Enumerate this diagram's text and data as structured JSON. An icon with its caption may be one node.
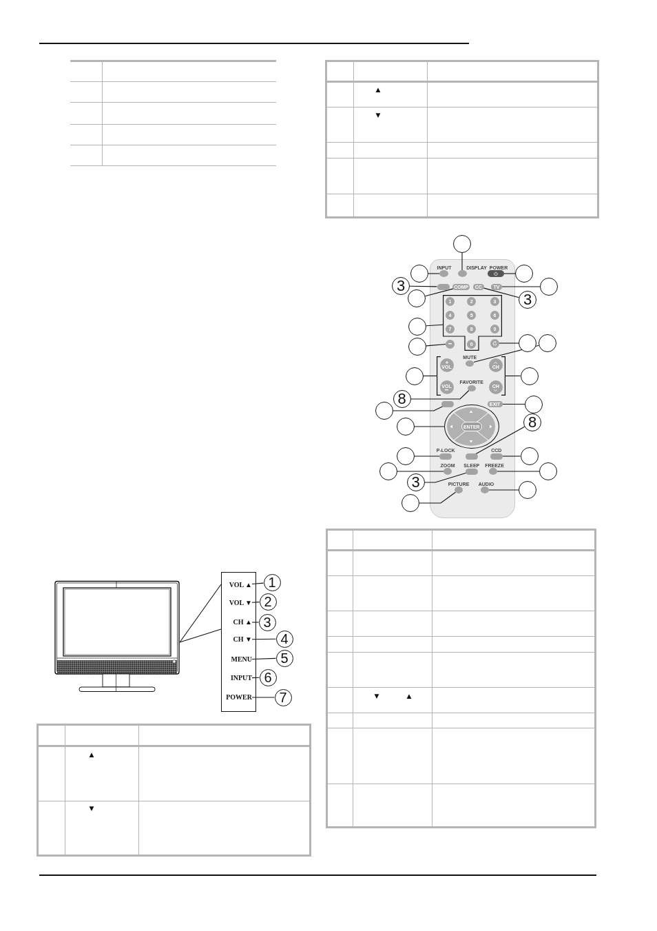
{
  "diagram": {
    "nodes": [
      {
        "text": [],
        "shape": "box"
      },
      {
        "text": [],
        "shape": "circle",
        "beside": [
          "INPUT"
        ],
        "in": 0
      },
      {
        "text": [],
        "shape": "circle",
        "beside": [
          "DISPLAY"
        ],
        "in": 0
      },
      {
        "text": [],
        "shape": "oval",
        "beside": [
          "POWER"
        ],
        "in": 0
      },
      {
        "text": [],
        "shape": "oval",
        "in": 0
      },
      {
        "text": [
          "COMP"
        ],
        "in": 0
      },
      {
        "text": [
          "CC"
        ],
        "in": 0
      },
      {
        "text": [
          "TV"
        ],
        "in": 0
      },
      {
        "text": [],
        "shape": "circle",
        "in": 0
      },
      {
        "text": [],
        "shape": "circle",
        "in": 0
      },
      {
        "text": [],
        "shape": "circle",
        "beside": [
          "MUTE"
        ],
        "in": 0
      },
      {
        "text": [],
        "shape": "circle",
        "beside": [
          "FAVORITE"
        ],
        "in": 0
      },
      {
        "text": [],
        "shape": "oval",
        "in": 0
      },
      {
        "text": [
          "EXIT"
        ],
        "in": 0
      },
      {
        "text": [
          "ENTER"
        ],
        "in": 0
      },
      {
        "text": [],
        "shape": "oval",
        "beside": [
          "P-LOCK"
        ],
        "in": 0
      },
      {
        "text": [],
        "shape": "oval",
        "in": 0
      },
      {
        "text": [],
        "shape": "oval",
        "beside": [
          "CCD"
        ],
        "in": 0
      },
      {
        "text": [],
        "shape": "circle",
        "beside": [
          "ZOOM"
        ],
        "in": 0
      },
      {
        "text": [],
        "shape": "oval",
        "beside": [
          "SLEEP"
        ],
        "in": 0
      },
      {
        "text": [],
        "shape": "circle",
        "beside": [
          "FREEZE"
        ],
        "in": 0
      },
      {
        "text": [],
        "shape": "circle",
        "beside": [
          "PICTURE"
        ],
        "in": 0
      },
      {
        "text": [],
        "shape": "circle",
        "beside": [
          "AUDIO"
        ],
        "in": 0
      },
      {
        "text": [],
        "shape": "circle"
      },
      {
        "text": [],
        "shape": "circle"
      },
      {
        "text": [],
        "shape": "circle"
      },
      {
        "text": [
          "3"
        ]
      },
      {
        "text": [],
        "shape": "circle"
      },
      {
        "text": [],
        "shape": "circle"
      },
      {
        "text": [
          "3"
        ]
      },
      {
        "text": [],
        "shape": "circle"
      },
      {
        "text": [],
        "shape": "circle"
      },
      {
        "text": [],
        "shape": "circle"
      },
      {
        "text": [],
        "shape": "circle"
      },
      {
        "text": [],
        "shape": "circle"
      },
      {
        "text": [],
        "shape": "circle"
      },
      {
        "text": [
          "8"
        ]
      },
      {
        "text": [],
        "shape": "circle"
      },
      {
        "text": [],
        "shape": "circle"
      },
      {
        "text": [],
        "shape": "circle"
      },
      {
        "text": [
          "8"
        ]
      },
      {
        "text": [],
        "shape": "circle"
      },
      {
        "text": [],
        "shape": "circle"
      },
      {
        "text": [],
        "shape": "circle"
      },
      {
        "text": [],
        "shape": "circle"
      },
      {
        "text": [
          "3"
        ]
      },
      {
        "text": [],
        "shape": "circle"
      },
      {
        "text": [],
        "shape": "circle"
      },
      {
        "text": [],
        "shape": "picture"
      },
      {
        "text": [],
        "shape": "box"
      },
      {
        "text": [
          "VOL ▲"
        ],
        "in": 49
      },
      {
        "text": [
          "VOL ▼"
        ],
        "in": 49
      },
      {
        "text": [
          "CH ▲"
        ],
        "in": 49
      },
      {
        "text": [
          "CH ▼"
        ],
        "in": 49
      },
      {
        "text": [
          "MENU"
        ],
        "in": 49
      },
      {
        "text": [
          "INPUT"
        ],
        "in": 49
      },
      {
        "text": [
          "POWER"
        ],
        "in": 49
      },
      {
        "text": [
          "1"
        ]
      },
      {
        "text": [
          "2"
        ]
      },
      {
        "text": [
          "3"
        ]
      },
      {
        "text": [
          "4"
        ]
      },
      {
        "text": [
          "5"
        ]
      },
      {
        "text": [
          "6"
        ]
      },
      {
        "text": [
          "7"
        ]
      },
      {
        "text": [],
        "shape": "bracket",
        "in": 0
      },
      {
        "text": [],
        "shape": "bracket",
        "in": 0
      },
      {
        "text": [],
        "shape": "bracket",
        "in": 0
      }
    ],
    "edges": [
      {
        "from": 23,
        "to": 2,
        "arrow": "none"
      },
      {
        "from": 24,
        "to": 1,
        "arrow": "none"
      },
      {
        "from": 25,
        "to": 3,
        "arrow": "none"
      },
      {
        "from": 26,
        "to": 4,
        "arrow": "none"
      },
      {
        "from": 27,
        "to": 7,
        "arrow": "none"
      },
      {
        "from": 28,
        "to": 5,
        "arrow": "none"
      },
      {
        "from": 29,
        "to": 6,
        "arrow": "none"
      },
      {
        "from": 30,
        "to": 64,
        "arrow": "none"
      },
      {
        "from": 31,
        "to": 8,
        "arrow": "none"
      },
      {
        "from": 32,
        "to": 9,
        "arrow": "none"
      },
      {
        "from": 33,
        "to": 10,
        "arrow": "none"
      },
      {
        "from": 34,
        "to": 65,
        "arrow": "none"
      },
      {
        "from": 35,
        "to": 66,
        "arrow": "none"
      },
      {
        "from": 36,
        "to": 11,
        "arrow": "none"
      },
      {
        "from": 37,
        "to": 12,
        "arrow": "none"
      },
      {
        "from": 38,
        "to": 13,
        "arrow": "none"
      },
      {
        "from": 39,
        "to": 14,
        "arrow": "none"
      },
      {
        "from": 40,
        "to": 16,
        "arrow": "none"
      },
      {
        "from": 41,
        "to": 15,
        "arrow": "none"
      },
      {
        "from": 42,
        "to": 17,
        "arrow": "none"
      },
      {
        "from": 43,
        "to": 18,
        "arrow": "none"
      },
      {
        "from": 44,
        "to": 20,
        "arrow": "none"
      },
      {
        "from": 45,
        "to": 19,
        "arrow": "none"
      },
      {
        "from": 46,
        "to": 21,
        "arrow": "none"
      },
      {
        "from": 47,
        "to": 22,
        "arrow": "none"
      },
      {
        "from": 48,
        "to": 49,
        "arrow": "none"
      },
      {
        "from": 48,
        "to": 49,
        "arrow": "none"
      },
      {
        "from": 57,
        "to": 50,
        "arrow": "none"
      },
      {
        "from": 58,
        "to": 51,
        "arrow": "none"
      },
      {
        "from": 59,
        "to": 52,
        "arrow": "none"
      },
      {
        "from": 60,
        "to": 53,
        "arrow": "none"
      },
      {
        "from": 61,
        "to": 54,
        "arrow": "none"
      },
      {
        "from": 62,
        "to": 55,
        "arrow": "none"
      },
      {
        "from": 63,
        "to": 56,
        "arrow": "none"
      }
    ],
    "labels": [
      "▲",
      "▼",
      "1",
      "2",
      "3",
      "4",
      "5",
      "6",
      "7",
      "8",
      "9",
      "0",
      "VOL",
      "CH",
      "VOL",
      "CH",
      "▼",
      "▲",
      "▲",
      "▼"
    ]
  }
}
